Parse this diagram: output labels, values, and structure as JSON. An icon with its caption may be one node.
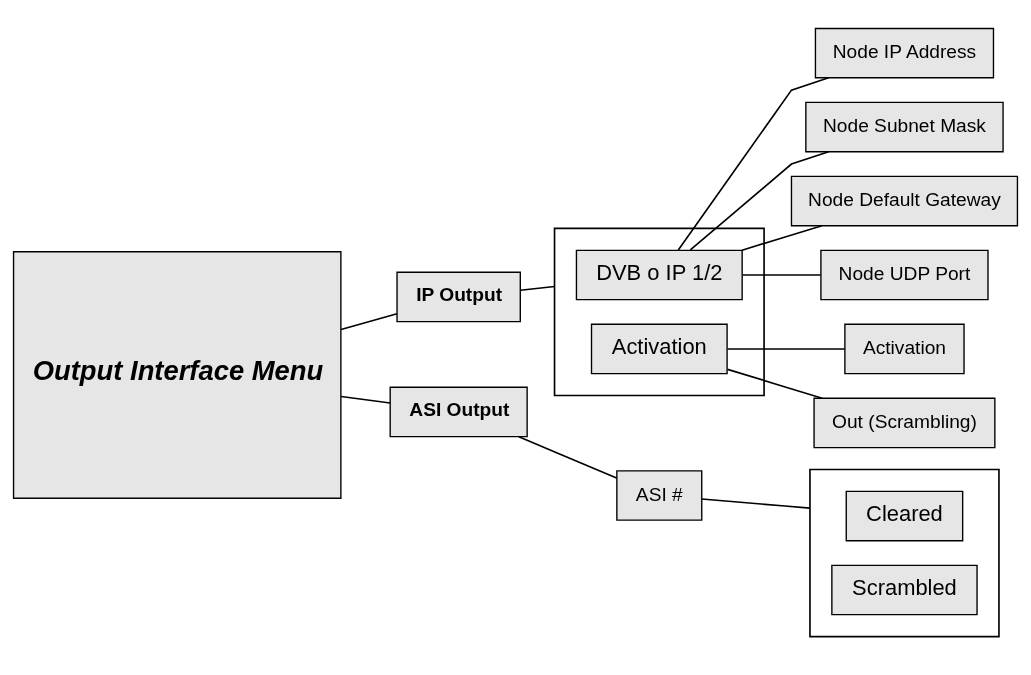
{
  "diagram": {
    "nodes": [
      {
        "text": [
          "Output Interface Menu"
        ]
      },
      {
        "text": [
          "IP Output"
        ]
      },
      {
        "text": [],
        "shape": "box"
      },
      {
        "text": [
          "DVB o IP 1/2"
        ],
        "in": 2
      },
      {
        "text": [
          "Activation"
        ],
        "in": 2
      },
      {
        "text": [
          "Node IP Address"
        ]
      },
      {
        "text": [
          "Node Subnet Mask"
        ]
      },
      {
        "text": [
          "Node Default Gateway"
        ]
      },
      {
        "text": [
          "Node UDP Port"
        ]
      },
      {
        "text": [
          "Activation"
        ]
      },
      {
        "text": [
          "Out (Scrambling)"
        ]
      },
      {
        "text": [
          "ASI Output"
        ]
      },
      {
        "text": [
          "ASI #"
        ]
      },
      {
        "text": [],
        "shape": "box"
      },
      {
        "text": [
          "Cleared"
        ],
        "in": 13
      },
      {
        "text": [
          "Scrambled"
        ],
        "in": 13
      }
    ],
    "edges": [
      {
        "from": 0,
        "to": 1,
        "arrow": "none"
      },
      {
        "from": 0,
        "to": 11,
        "arrow": "none"
      },
      {
        "from": 1,
        "to": 2,
        "arrow": "none"
      },
      {
        "from": 3,
        "to": 5,
        "arrow": "none"
      },
      {
        "from": 3,
        "to": 6,
        "arrow": "none"
      },
      {
        "from": 3,
        "to": 7,
        "arrow": "none"
      },
      {
        "from": 3,
        "to": 8,
        "arrow": "none"
      },
      {
        "from": 4,
        "to": 9,
        "arrow": "none"
      },
      {
        "from": 4,
        "to": 10,
        "arrow": "none"
      },
      {
        "from": 11,
        "to": 12,
        "arrow": "none"
      },
      {
        "from": 12,
        "to": 13,
        "arrow": "none"
      }
    ]
  }
}
